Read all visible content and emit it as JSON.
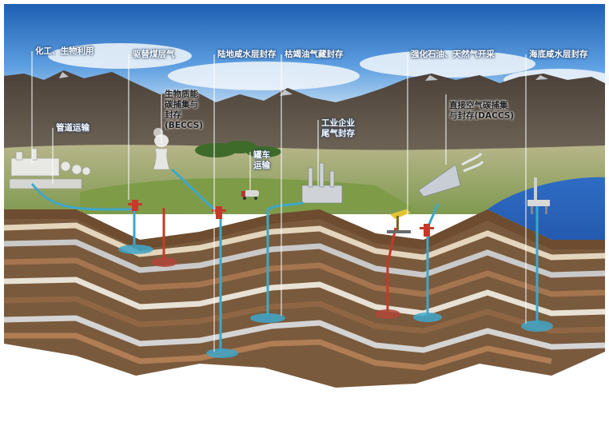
{
  "labels": {
    "chem_utilization": "化工、生物利用",
    "coalbed_methane": "驱替煤层气",
    "onshore_saline": "陆地咸水层封存",
    "depleted_oilgas": "枯竭油气藏封存",
    "enhanced_oilgas": "强化石油、天然气开采",
    "offshore_saline": "海底咸水层封存",
    "pipeline": "管道运输",
    "beccs": "生物质能\n碳捕集与\n封存\n(BECCS)",
    "tanker": "罐车\n运输",
    "industrial": "工业企业\n尾气封存",
    "daccs": "直接空气碳捕集\n与封存(DACCS)"
  },
  "colors": {
    "pipe_blue": "#3fa7c9",
    "pipe_red": "#c43a2a",
    "sea": "#1f4fa8",
    "grass": "#8aa35c"
  },
  "icons": [
    "mountain-range",
    "industrial-plant",
    "cooling-tower",
    "forest",
    "tanker-truck",
    "factory",
    "direct-air-capture-unit",
    "wellhead",
    "pump-jack",
    "offshore-platform"
  ]
}
